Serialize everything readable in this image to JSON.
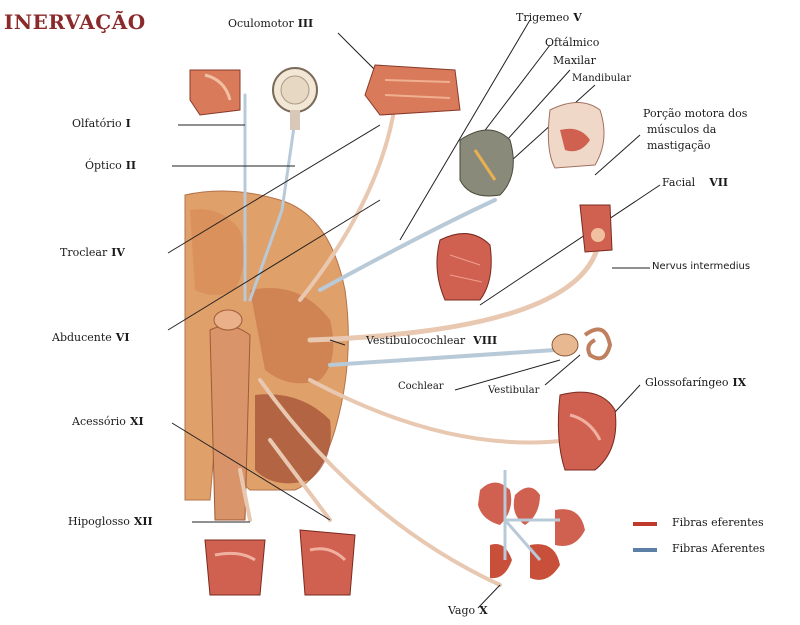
{
  "title": "INERVAÇÃO",
  "nerves": {
    "oculomotor": {
      "name": "Oculomotor",
      "num": "III"
    },
    "trigemeo": {
      "name": "Trigemeo",
      "num": "V"
    },
    "oftalmico": {
      "name": "Oftálmico"
    },
    "maxilar": {
      "name": "Maxilar"
    },
    "mandibular": {
      "name": "Mandibular"
    },
    "porcao_motora": {
      "line1": "Porção motora dos",
      "line2": "músculos da",
      "line3": "mastigação"
    },
    "facial": {
      "name": "Facial",
      "num": "VII"
    },
    "nervus_intermedius": {
      "name": "Nervus intermedius"
    },
    "olfatorio": {
      "name": "Olfatório",
      "num": "I"
    },
    "optico": {
      "name": "Óptico",
      "num": "II"
    },
    "troclear": {
      "name": "Troclear",
      "num": "IV"
    },
    "abducente": {
      "name": "Abducente",
      "num": "VI"
    },
    "vestibulococlear": {
      "name": "Vestibulocochlear",
      "num": "VIII"
    },
    "coclear": {
      "name": "Cochlear"
    },
    "vestibular": {
      "name": "Vestibular"
    },
    "glossofaringeo": {
      "name": "Glossofaríngeo",
      "num": "IX"
    },
    "acessorio": {
      "name": "Acessório",
      "num": "XI"
    },
    "hipoglosso": {
      "name": "Hipoglosso",
      "num": "XII"
    },
    "vago": {
      "name": "Vago",
      "num": "X"
    }
  },
  "legend": {
    "efferent": {
      "label": "Fibras eferentes",
      "color": "#c0392b"
    },
    "afferent": {
      "label": "Fibras Aferentes",
      "color": "#5b7fa6"
    }
  },
  "colors": {
    "nerve": "#e8c8b0",
    "tissue": "#d98a6a",
    "tissue_dark": "#b5523a",
    "brain": "#e2a070"
  }
}
